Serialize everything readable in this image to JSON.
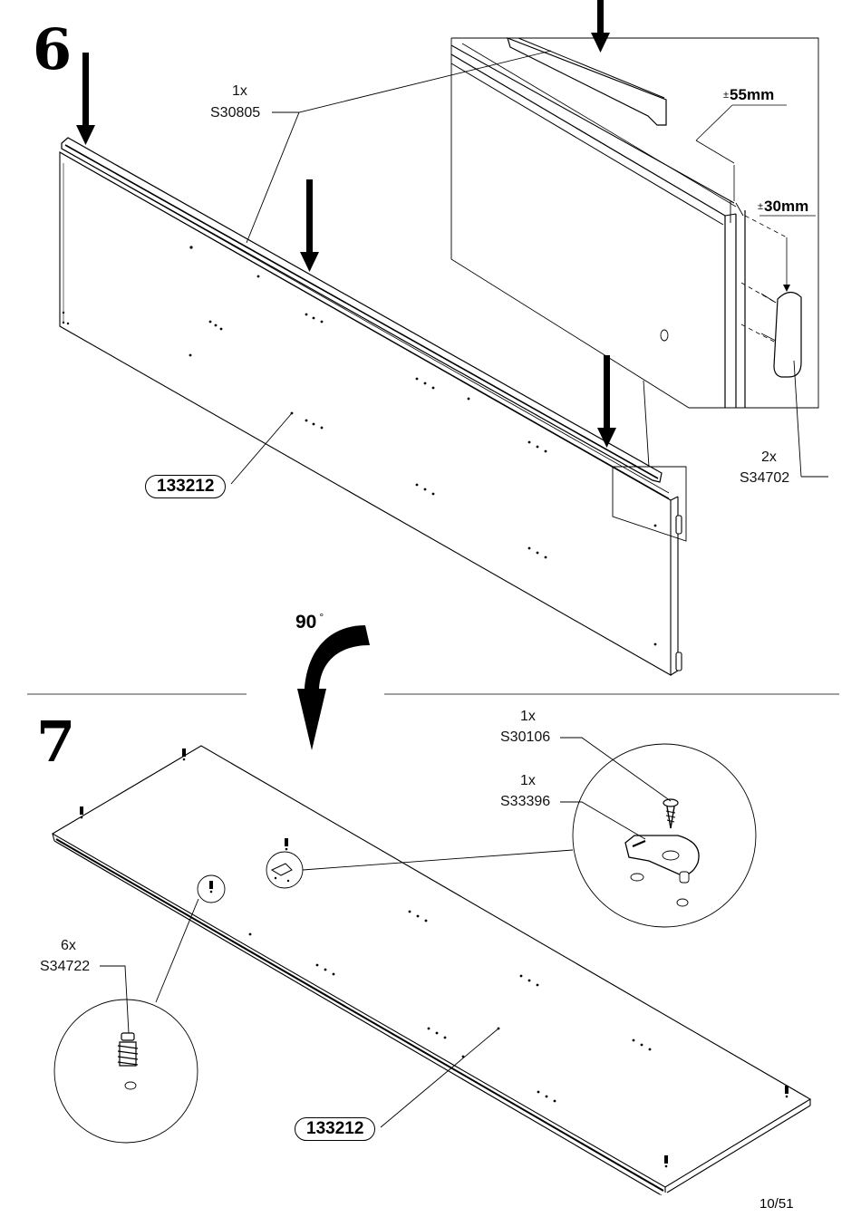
{
  "step6": {
    "number": "6",
    "rail": {
      "qty": "1x",
      "code": "S30805"
    },
    "panel": {
      "code": "133212"
    },
    "dimensions": {
      "rail_offset": "55mm",
      "clip_offset": "30mm",
      "tolerance_symbol": "±"
    },
    "clips": {
      "qty": "2x",
      "code": "S34702"
    }
  },
  "rotation": {
    "angle": "90",
    "unit": "°"
  },
  "step7": {
    "number": "7",
    "screw": {
      "qty": "1x",
      "code": "S30106"
    },
    "holder": {
      "qty": "1x",
      "code": "S33396"
    },
    "pins": {
      "qty": "6x",
      "code": "S34722"
    },
    "panel": {
      "code": "133212"
    }
  },
  "page_number": "10/51"
}
